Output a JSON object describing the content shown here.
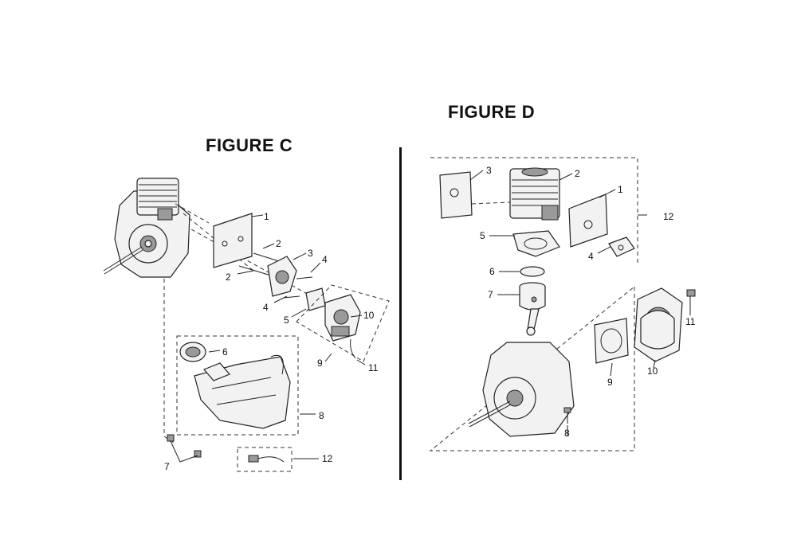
{
  "figures": {
    "c": {
      "title": "FIGURE C",
      "callouts": [
        "1",
        "2",
        "2",
        "3",
        "4",
        "4",
        "5",
        "6",
        "7",
        "8",
        "9",
        "10",
        "11",
        "12"
      ]
    },
    "d": {
      "title": "FIGURE D",
      "callouts": [
        "1",
        "2",
        "3",
        "4",
        "5",
        "6",
        "7",
        "8",
        "9",
        "10",
        "11",
        "12"
      ]
    }
  }
}
